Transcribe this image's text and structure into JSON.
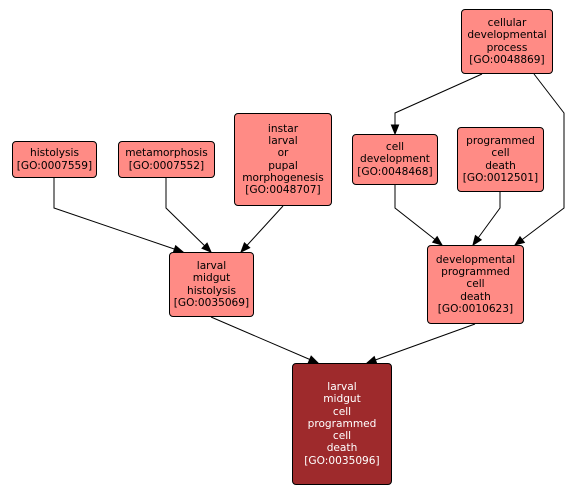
{
  "colors": {
    "node_fill": "#ff8b85",
    "focus_fill": "#9e2a2c",
    "focus_text": "#ffffff",
    "edge": "#000000"
  },
  "nodes": {
    "histolysis": {
      "lines": [
        "histolysis",
        "[GO:0007559]"
      ]
    },
    "metamorphosis": {
      "lines": [
        "metamorphosis",
        "[GO:0007552]"
      ]
    },
    "instar": {
      "lines": [
        "instar",
        "larval",
        "or",
        "pupal",
        "morphogenesis",
        "[GO:0048707]"
      ]
    },
    "cellular_dev": {
      "lines": [
        "cellular",
        "developmental",
        "process",
        "[GO:0048869]"
      ]
    },
    "cell_dev": {
      "lines": [
        "cell",
        "development",
        "[GO:0048468]"
      ]
    },
    "pcd": {
      "lines": [
        "programmed",
        "cell",
        "death",
        "[GO:0012501]"
      ]
    },
    "larval_midgut_histolysis": {
      "lines": [
        "larval",
        "midgut",
        "histolysis",
        "[GO:0035069]"
      ]
    },
    "dev_pcd": {
      "lines": [
        "developmental",
        "programmed",
        "cell",
        "death",
        "[GO:0010623]"
      ]
    },
    "larval_midgut_pcd": {
      "lines": [
        "larval",
        "midgut",
        "cell",
        "programmed",
        "cell",
        "death",
        "[GO:0035096]"
      ]
    }
  },
  "edges": [
    [
      "histolysis",
      "larval_midgut_histolysis"
    ],
    [
      "metamorphosis",
      "larval_midgut_histolysis"
    ],
    [
      "instar",
      "larval_midgut_histolysis"
    ],
    [
      "cellular_dev",
      "cell_dev"
    ],
    [
      "cellular_dev",
      "dev_pcd"
    ],
    [
      "cell_dev",
      "dev_pcd"
    ],
    [
      "pcd",
      "dev_pcd"
    ],
    [
      "larval_midgut_histolysis",
      "larval_midgut_pcd"
    ],
    [
      "dev_pcd",
      "larval_midgut_pcd"
    ]
  ]
}
